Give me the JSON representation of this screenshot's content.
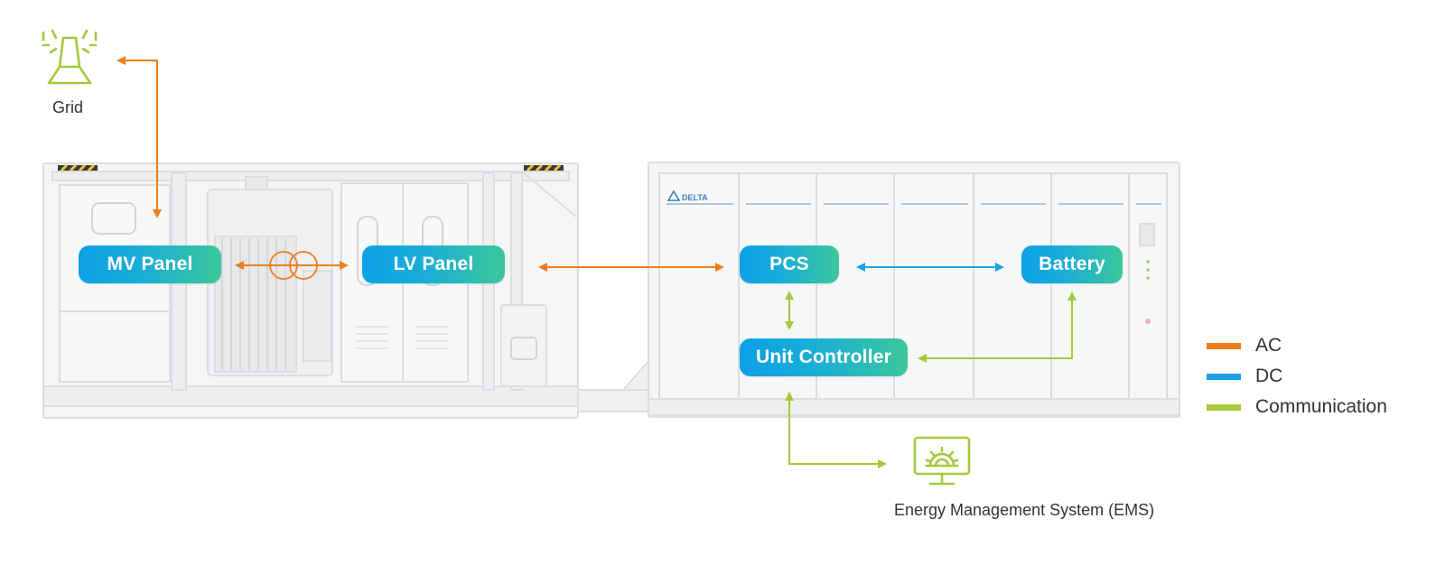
{
  "colors": {
    "ac": "#ef7d1c",
    "dc": "#1ba1e2",
    "communication": "#a4c93a",
    "equipment_line": "#dcdde0",
    "equipment_fill": "#f4f5f6"
  },
  "grid": {
    "label": "Grid",
    "icon": "transmission-tower-icon"
  },
  "nodes": {
    "mv_panel": "MV Panel",
    "lv_panel": "LV Panel",
    "pcs": "PCS",
    "battery": "Battery",
    "unit_controller": "Unit Controller"
  },
  "ems": {
    "label": "Energy Management System (EMS)",
    "icon": "monitor-gear-icon"
  },
  "brand": {
    "logo_text": "DELTA"
  },
  "legend": [
    {
      "label": "AC",
      "color": "#ef7d1c"
    },
    {
      "label": "DC",
      "color": "#1ba1e2"
    },
    {
      "label": "Communication",
      "color": "#a4c93a"
    }
  ]
}
